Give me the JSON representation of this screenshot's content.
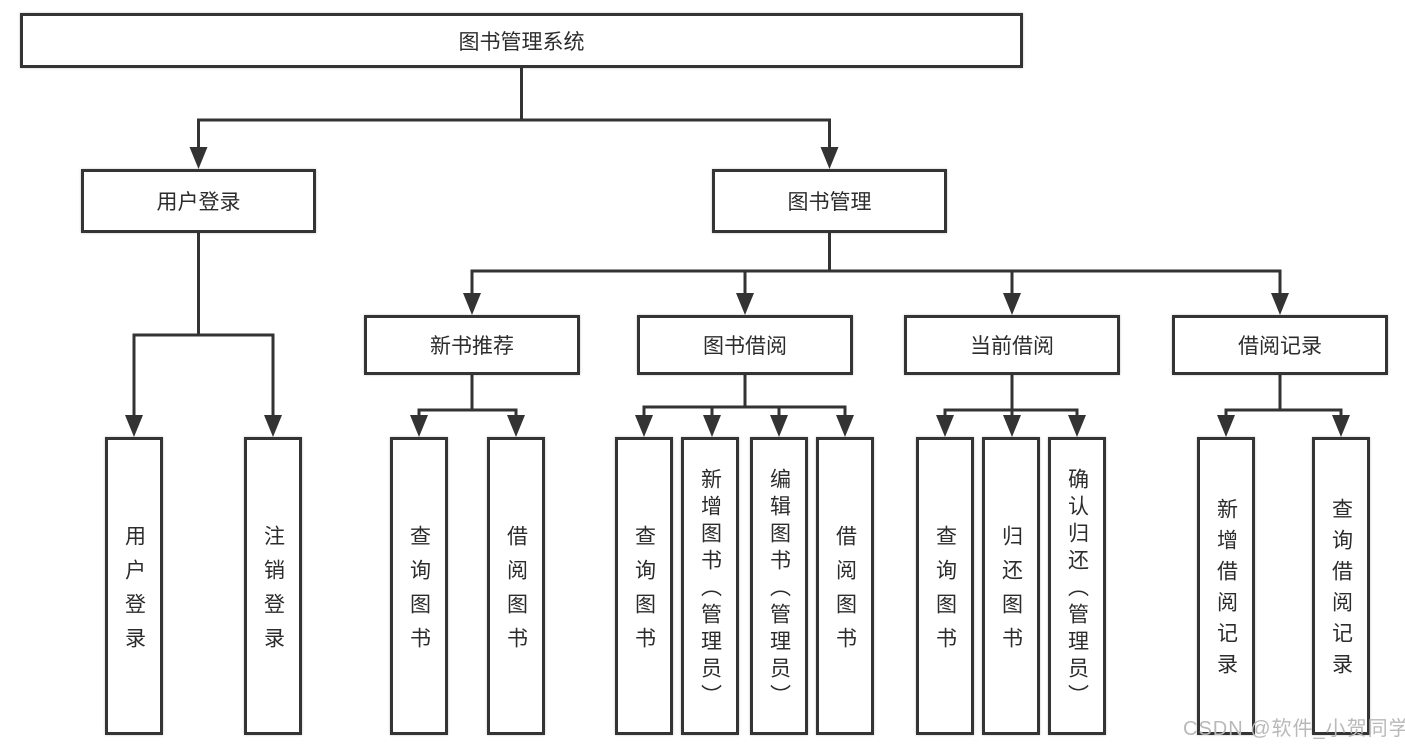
{
  "diagram": {
    "title": "图书管理系统",
    "watermark": "CSDN @软件_小贺同学",
    "colors": {
      "line": "#333333",
      "box_border": "#343434",
      "text": "#2c2c2c",
      "watermark": "#b9b9b9",
      "background": "#ffffff"
    },
    "nodes": {
      "root": "图书管理系统",
      "user_login_branch": "用户登录",
      "book_mgmt_branch": "图书管理",
      "new_book_rec": "新书推荐",
      "book_borrow": "图书借阅",
      "current_borrow": "当前借阅",
      "borrow_records": "借阅记录",
      "leaf_user_login": "用户登录",
      "leaf_logout": "注销登录",
      "leaf_rec_query_book": "查询图书",
      "leaf_rec_borrow_book": "借阅图书",
      "leaf_bb_query_book": "查询图书",
      "leaf_bb_add_book_admin": "新增图书（管理员）",
      "leaf_bb_edit_book_admin": "编辑图书（管理员）",
      "leaf_bb_borrow_book": "借阅图书",
      "leaf_cb_query_book": "查询图书",
      "leaf_cb_return_book": "归还图书",
      "leaf_cb_confirm_return_admin": "确认归还（管理员）",
      "leaf_br_add_record": "新增借阅记录",
      "leaf_br_query_record": "查询借阅记录"
    }
  }
}
